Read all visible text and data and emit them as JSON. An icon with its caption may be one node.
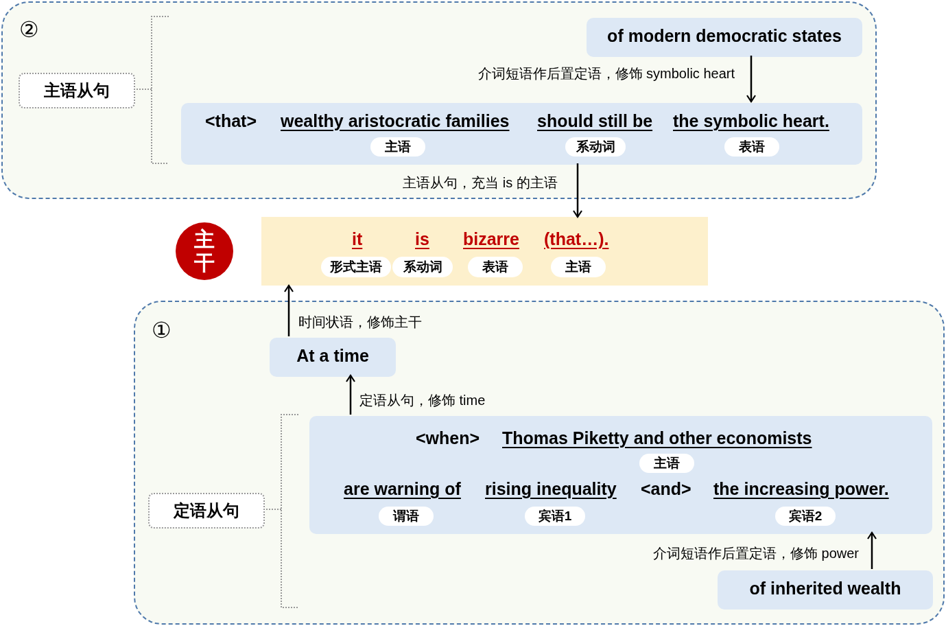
{
  "diagram": {
    "nodes": [
      {
        "text": [
          "②"
        ]
      },
      {
        "text": [
          "主语从句"
        ],
        "in": 0
      },
      {
        "text": [
          "of modern democratic states"
        ],
        "in": 0
      },
      {
        "text": [
          "<that>",
          "wealthy aristocratic families",
          "should still be",
          "the symbolic heart."
        ],
        "in": 0
      },
      {
        "text": [
          "主语"
        ],
        "in": 3
      },
      {
        "text": [
          "系动词"
        ],
        "in": 3
      },
      {
        "text": [
          "表语"
        ],
        "in": 3
      },
      {
        "text": [
          "主干"
        ]
      },
      {
        "text": [
          "it",
          "is",
          "bizarre",
          "(that…)."
        ]
      },
      {
        "text": [
          "形式主语"
        ],
        "in": 8
      },
      {
        "text": [
          "系动词"
        ],
        "in": 8
      },
      {
        "text": [
          "表语"
        ],
        "in": 8
      },
      {
        "text": [
          "主语"
        ],
        "in": 8
      },
      {
        "text": [
          "①"
        ]
      },
      {
        "text": [
          "定语从句"
        ],
        "in": 13
      },
      {
        "text": [
          "At a time"
        ],
        "in": 13
      },
      {
        "text": [
          "<when>",
          "Thomas Piketty and other economists",
          "are warning of",
          "rising inequality",
          "<and>",
          "the increasing power."
        ],
        "in": 13
      },
      {
        "text": [
          "主语"
        ],
        "in": 16
      },
      {
        "text": [
          "谓语"
        ],
        "in": 16
      },
      {
        "text": [
          "宾语1"
        ],
        "in": 16
      },
      {
        "text": [
          "宾语2"
        ],
        "in": 16
      },
      {
        "text": [
          "of inherited wealth"
        ],
        "in": 13
      }
    ],
    "edges": [
      {
        "from": 2,
        "to": 3,
        "arrow": "to",
        "label": "介词短语作后置定语，修饰 symbolic heart"
      },
      {
        "from": 3,
        "to": 8,
        "arrow": "to",
        "label": "主语从句，充当 is 的主语"
      },
      {
        "from": 15,
        "to": 8,
        "arrow": "to",
        "label": "时间状语，修饰主干"
      },
      {
        "from": 16,
        "to": 15,
        "arrow": "to",
        "label": "定语从句，修饰 time"
      },
      {
        "from": 21,
        "to": 16,
        "arrow": "to",
        "label": "介词短语作后置定语，修饰 power"
      }
    ]
  }
}
